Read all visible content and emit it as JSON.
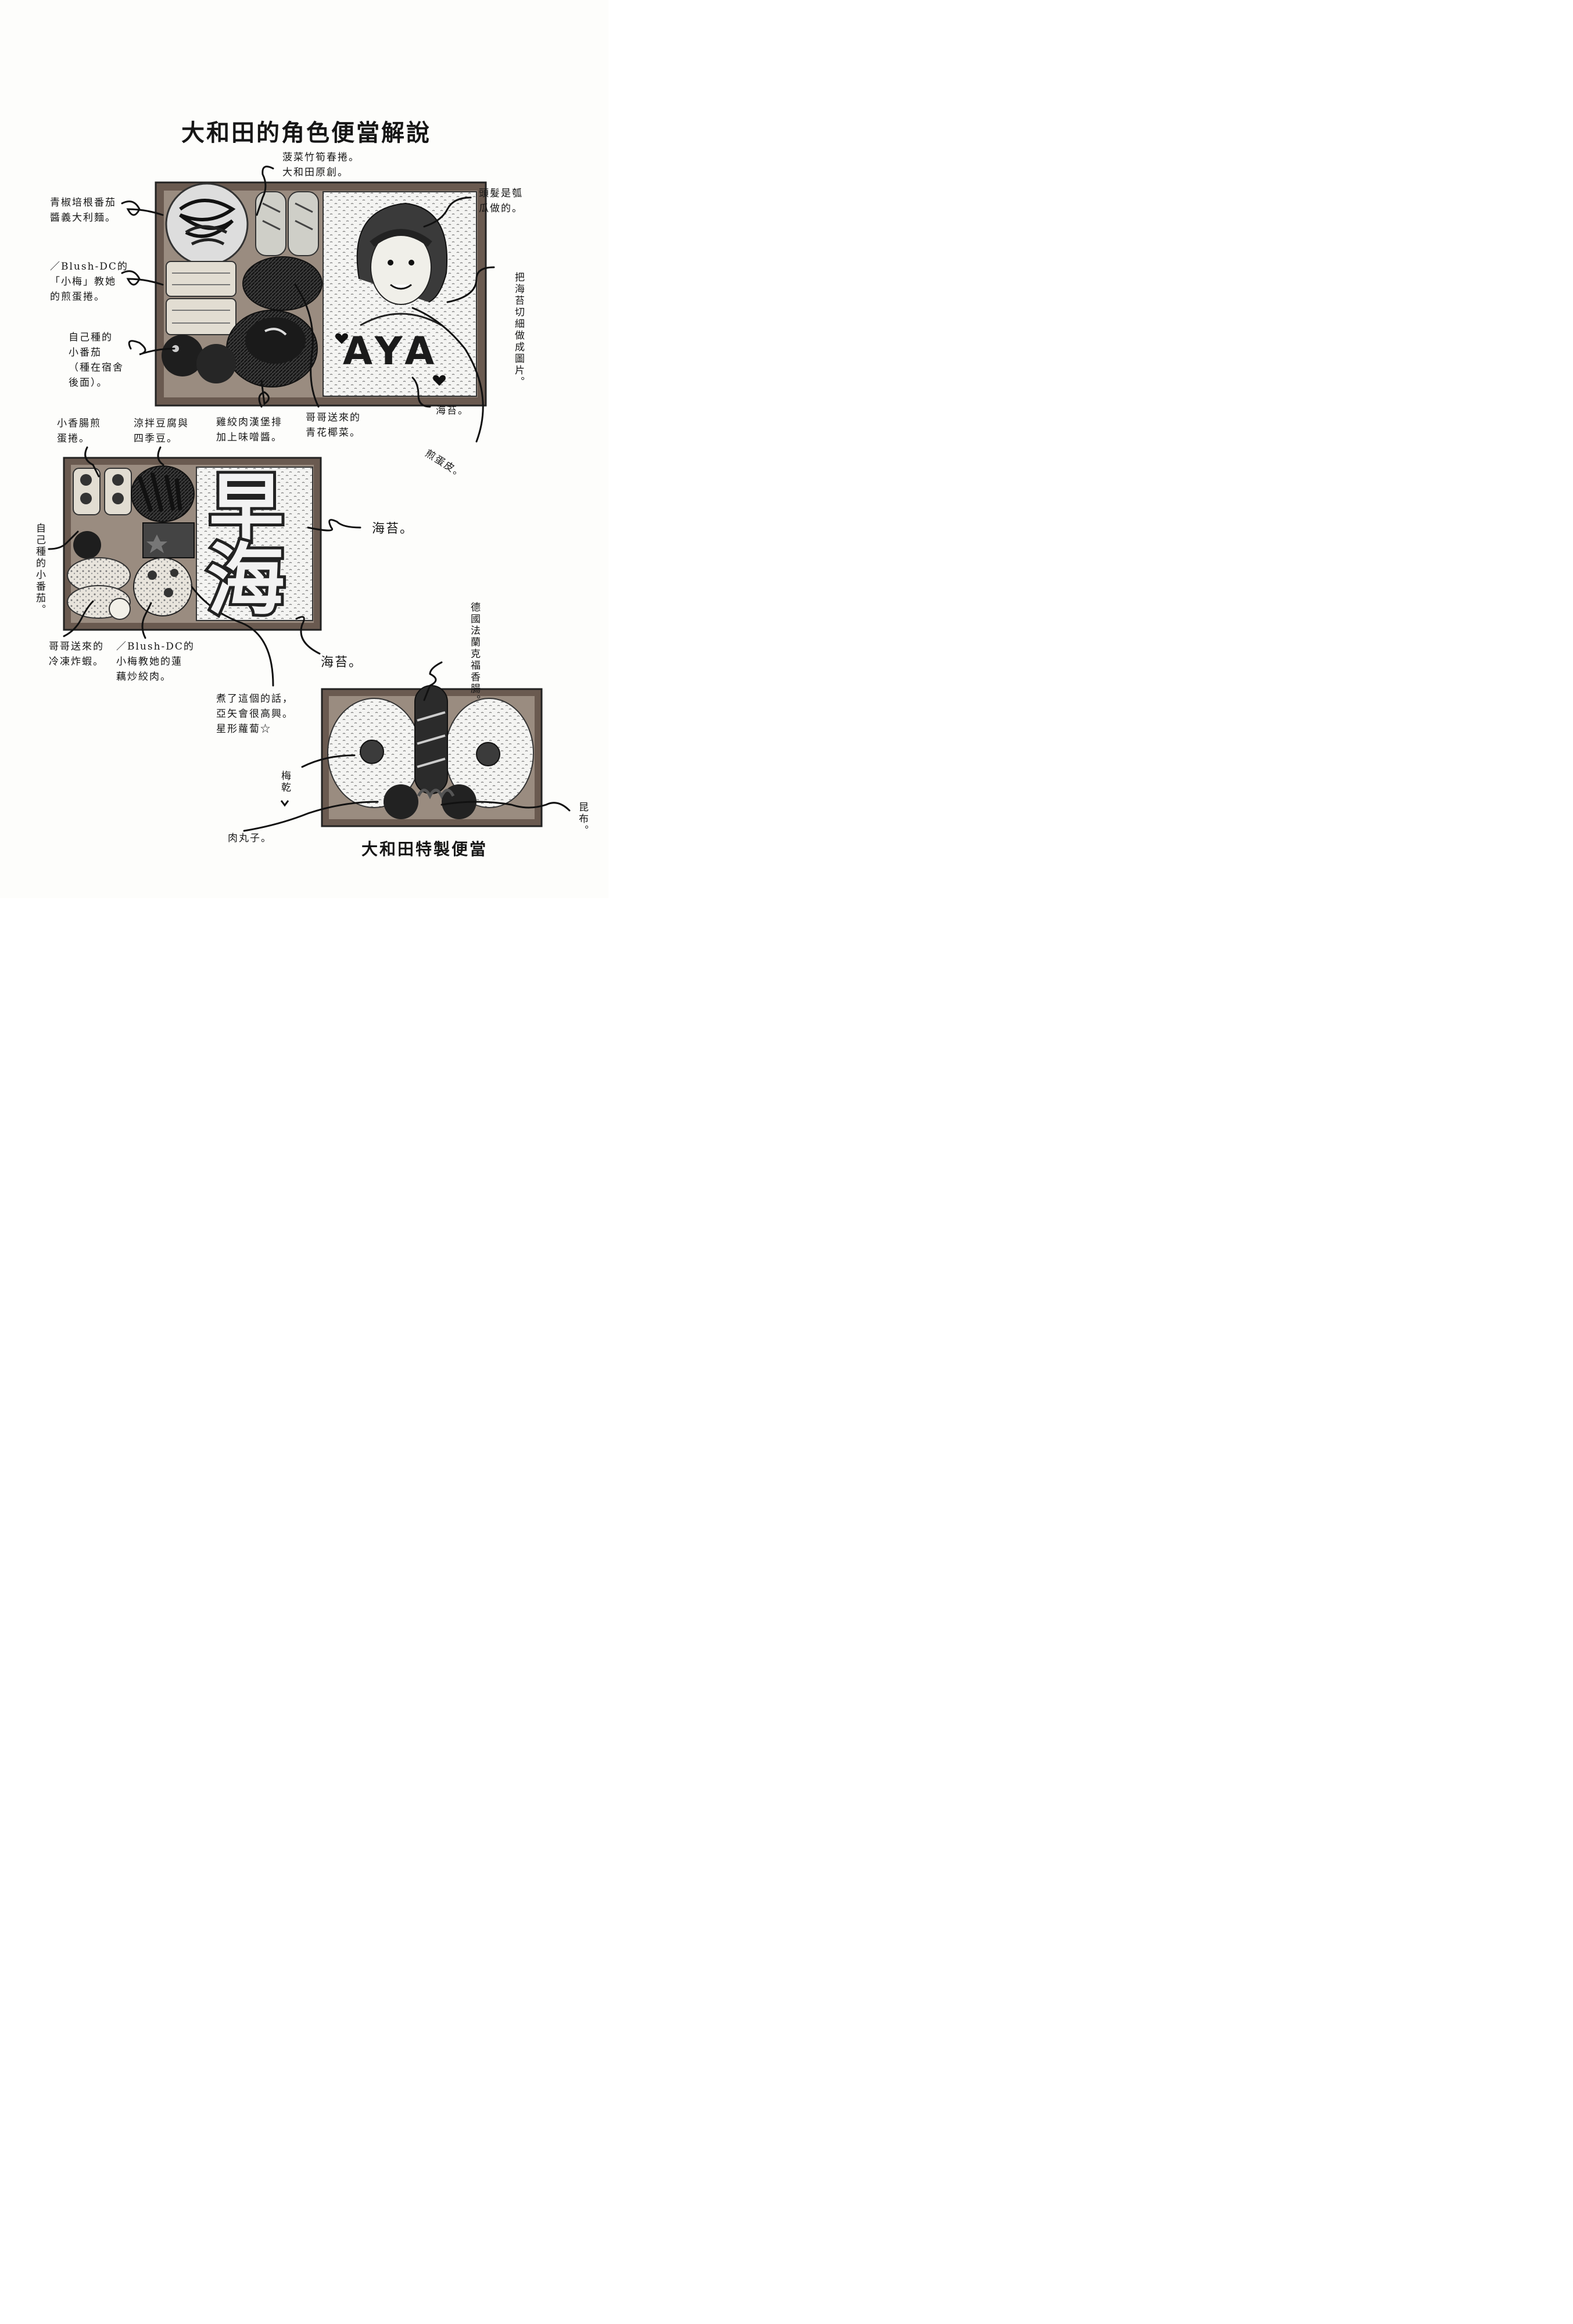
{
  "title": "大和田的角色便當解說",
  "subtitle": "大和田特製便當",
  "box1": {
    "rice_lettering": "AYA",
    "notes": {
      "spinach_roll": "菠菜竹筍春捲。\n大和田原創。",
      "hair": "頭髮是瓠\n瓜做的。",
      "pasta": "青椒培根番茄\n醬義大利麵。",
      "omelet": "／Blush-DC的\n「小梅」教她\n的煎蛋捲。",
      "nori_pic": "把海苔切細做成圖片。",
      "tomato": "自己種的\n小番茄\n（種在宿舍\n後面）。",
      "nori": "海苔。",
      "hamburg": "雞絞肉漢堡排\n加上味噌醬。",
      "broccoli": "哥哥送來的\n青花椰菜。",
      "egg_skin": "煎蛋皮。"
    }
  },
  "box2": {
    "rice_kanji": [
      "早",
      "海"
    ],
    "notes": {
      "sausage_omelet": "小香腸煎\n蛋捲。",
      "tofu": "涼拌豆腐與\n四季豆。",
      "nori_top": "海苔。",
      "tomato": "自己種的小番茄。",
      "shrimp": "哥哥送來的\n冷凍炸蝦。",
      "lotus": "／Blush-DC的\n小梅教她的蓮\n藕炒絞肉。",
      "nori_bottom": "海苔。",
      "carrot": "煮了這個的話，\n亞矢會很高興。\n星形蘿蔔☆"
    }
  },
  "box3": {
    "notes": {
      "sausage": "德國法蘭克福香腸。",
      "umeboshi": "梅乾",
      "meatball": "肉丸子。",
      "kombu": "昆布。"
    }
  },
  "colors": {
    "ink": "#161616",
    "paper": "#fdfdfb",
    "box": "#6a5a50",
    "rice": "#f4f4f2"
  }
}
